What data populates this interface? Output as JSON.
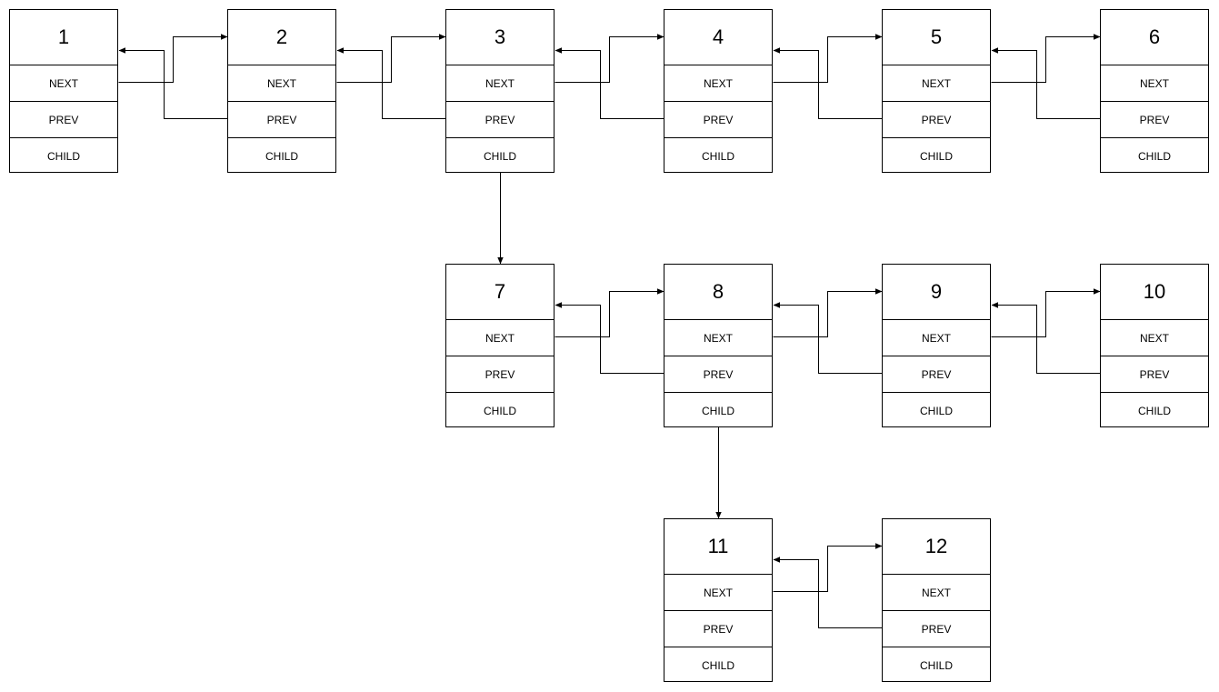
{
  "diagram": {
    "field_labels": {
      "next": "NEXT",
      "prev": "PREV",
      "child": "CHILD"
    },
    "nodes": [
      {
        "id": "1",
        "label": "1"
      },
      {
        "id": "2",
        "label": "2"
      },
      {
        "id": "3",
        "label": "3"
      },
      {
        "id": "4",
        "label": "4"
      },
      {
        "id": "5",
        "label": "5"
      },
      {
        "id": "6",
        "label": "6"
      },
      {
        "id": "7",
        "label": "7"
      },
      {
        "id": "8",
        "label": "8"
      },
      {
        "id": "9",
        "label": "9"
      },
      {
        "id": "10",
        "label": "10"
      },
      {
        "id": "11",
        "label": "11"
      },
      {
        "id": "12",
        "label": "12"
      }
    ],
    "links": [
      {
        "from": "1",
        "to": "2",
        "type": "next"
      },
      {
        "from": "2",
        "to": "1",
        "type": "prev"
      },
      {
        "from": "2",
        "to": "3",
        "type": "next"
      },
      {
        "from": "3",
        "to": "2",
        "type": "prev"
      },
      {
        "from": "3",
        "to": "4",
        "type": "next"
      },
      {
        "from": "4",
        "to": "3",
        "type": "prev"
      },
      {
        "from": "4",
        "to": "5",
        "type": "next"
      },
      {
        "from": "5",
        "to": "4",
        "type": "prev"
      },
      {
        "from": "5",
        "to": "6",
        "type": "next"
      },
      {
        "from": "6",
        "to": "5",
        "type": "prev"
      },
      {
        "from": "3",
        "to": "7",
        "type": "child"
      },
      {
        "from": "7",
        "to": "8",
        "type": "next"
      },
      {
        "from": "8",
        "to": "7",
        "type": "prev"
      },
      {
        "from": "8",
        "to": "9",
        "type": "next"
      },
      {
        "from": "9",
        "to": "8",
        "type": "prev"
      },
      {
        "from": "9",
        "to": "10",
        "type": "next"
      },
      {
        "from": "10",
        "to": "9",
        "type": "prev"
      },
      {
        "from": "8",
        "to": "11",
        "type": "child"
      },
      {
        "from": "11",
        "to": "12",
        "type": "next"
      },
      {
        "from": "12",
        "to": "11",
        "type": "prev"
      }
    ],
    "colors": {
      "line": "#000000",
      "box_border": "#000000",
      "background": "#ffffff"
    }
  }
}
